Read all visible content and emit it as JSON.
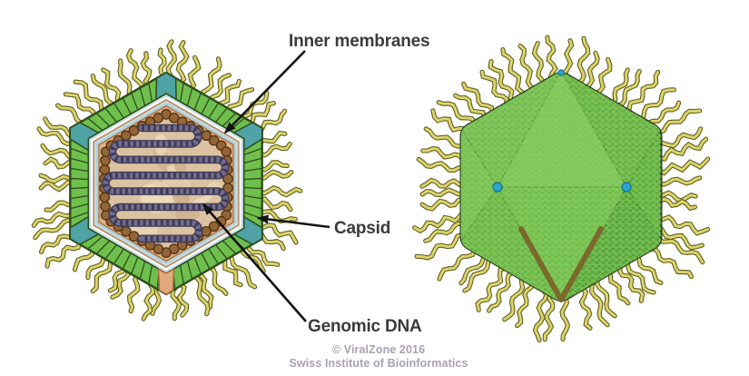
{
  "labels": {
    "inner_membranes": "Inner membranes",
    "capsid": "Capsid",
    "genomic_dna": "Genomic DNA"
  },
  "footer": {
    "copyright": "© ViralZone 2016",
    "institute": "Swiss Institute of Bioinformatics"
  },
  "palette": {
    "background": "#ffffff",
    "fiber_fill": "#ddd46c",
    "fiber_outline": "#5e5e20",
    "capsid_green": "#6fbf4d",
    "capsid_outline": "#2e4c1d",
    "capsid_corner_teal": "#4fa3a5",
    "membrane_blue_outer": "#c9e0e4",
    "membrane_blue_inner": "#aed2db",
    "membrane_line_white": "#ffffff",
    "membrane_line_brown": "#c28f6b",
    "tan_band": "#e2a97c",
    "tan_band_outline": "#a96b3c",
    "core_fill": "#dcc2a0",
    "core_mottle_light": "#ecdcbc",
    "core_mottle_dark": "#cdad8a",
    "bead_fill": "#936537",
    "bead_outline": "#503211",
    "dna_base": "#736d8e",
    "dna_dark": "#3f3a57",
    "ico_base": "#5caa3c",
    "ico_face_top": "#7cc456",
    "ico_face_bottom": "#6fbc4a",
    "ico_face_left_upper": "#71b94e",
    "ico_face_left_lower": "#66b243",
    "ico_face_right_upper": "#61ad3f",
    "ico_face_right_lower": "#52a036",
    "ico_left_sliver": "#74bf50",
    "ico_cell": "#8ed066",
    "ico_outline": "#24391c",
    "vertex_dot": "#2ba6cd",
    "vertex_dot_outline": "#11708f",
    "stargate": "#7a682c",
    "label_color": "#3b3b3b",
    "arrow_color": "#141414",
    "footer_color": "#a9a1b2"
  }
}
